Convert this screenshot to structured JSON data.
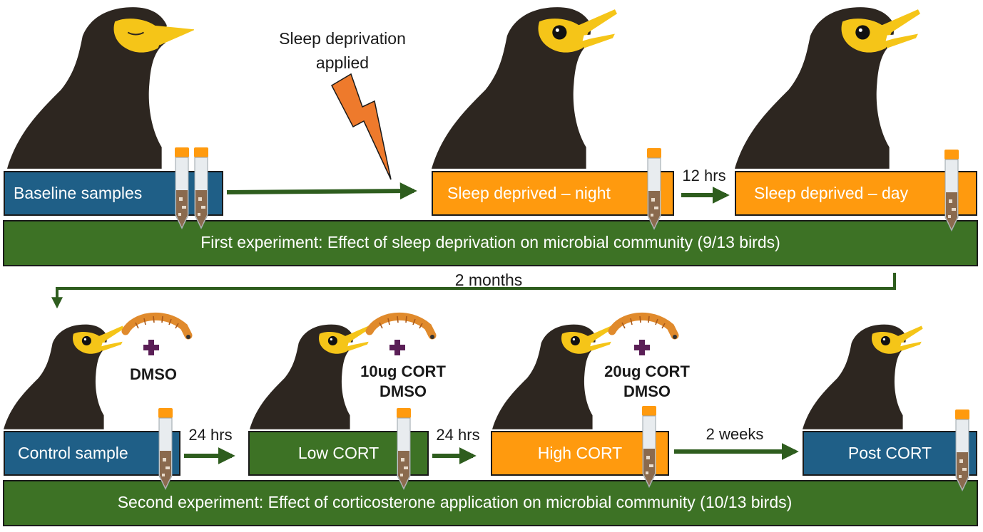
{
  "colors": {
    "blue": "#1f5f87",
    "orange": "#ff9a0e",
    "green": "#3d7225",
    "arrow_green": "#2e5d1e",
    "bird": "#2d2620",
    "beak": "#f5c518",
    "bolt": "#ee7a2c",
    "plus": "#5a1e56",
    "worm": "#e08a2c"
  },
  "experiment1": {
    "banner": "First experiment: Effect of sleep deprivation on microbial community (9/13 birds)",
    "stages": [
      "Baseline samples",
      "Sleep deprived – night",
      "Sleep deprived – day"
    ],
    "intervention_label_line1": "Sleep deprivation",
    "intervention_label_line2": "applied",
    "interval": "12 hrs"
  },
  "transition": {
    "label": "2 months"
  },
  "experiment2": {
    "banner": "Second experiment: Effect of corticosterone application on microbial community (10/13 birds)",
    "stages": [
      "Control sample",
      "Low CORT",
      "High CORT",
      "Post CORT"
    ],
    "treatments": {
      "control": "DMSO",
      "low_line1": "10ug CORT",
      "low_line2": "DMSO",
      "high_line1": "20ug CORT",
      "high_line2": "DMSO"
    },
    "intervals": [
      "24 hrs",
      "24 hrs",
      "2 weeks"
    ]
  },
  "icons": [
    "myna-bird-icon",
    "sample-tube-icon",
    "lightning-bolt-icon",
    "mealworm-icon",
    "plus-icon"
  ]
}
